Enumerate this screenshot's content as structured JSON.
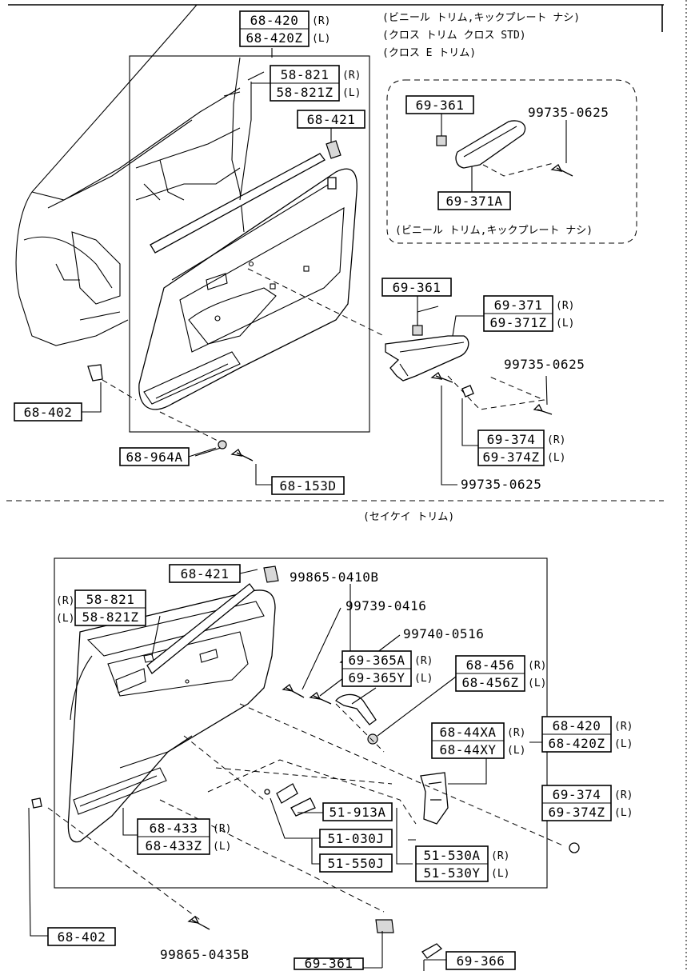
{
  "top_section": {
    "notes": [
      "(ビニール トリム,キックプレート ナシ)",
      "(クロス トリム クロス STD)",
      "(クロス E トリム)"
    ],
    "inset_note": "(ビニール トリム,キックプレート ナシ)",
    "parts": {
      "p68_420": "68-420",
      "p68_420z": "68-420Z",
      "p58_821": "58-821",
      "p58_821z": "58-821Z",
      "p68_421": "68-421",
      "p69_361_inset": "69-361",
      "p99735_inset": "99735-0625",
      "p69_371a": "69-371A",
      "p69_361": "69-361",
      "p69_371": "69-371",
      "p69_371z": "69-371Z",
      "p99735_a": "99735-0625",
      "p68_402": "68-402",
      "p69_374": "69-374",
      "p69_374z": "69-374Z",
      "p68_964a": "68-964A",
      "p68_153d": "68-153D",
      "p99735_b": "99735-0625"
    }
  },
  "section_label": "(セイケイ トリム)",
  "bottom_section": {
    "parts": {
      "p68_421": "68-421",
      "p58_821": "58-821",
      "p58_821z": "58-821Z",
      "p99865_0410b": "99865-0410B",
      "p99739_0416": "99739-0416",
      "p99740_0516": "99740-0516",
      "p69_365a": "69-365A",
      "p69_365y": "69-365Y",
      "p68_456": "68-456",
      "p68_456z": "68-456Z",
      "p68_44xa": "68-44XA",
      "p68_44xy": "68-44XY",
      "p68_420": "68-420",
      "p68_420z": "68-420Z",
      "p69_374": "69-374",
      "p69_374z": "69-374Z",
      "p51_913a": "51-913A",
      "p51_030j": "51-030J",
      "p51_550j": "51-550J",
      "p51_530a": "51-530A",
      "p51_530y": "51-530Y",
      "p68_433": "68-433",
      "p68_433z": "68-433Z",
      "p68_402": "68-402",
      "p99865_0435b": "99865-0435B",
      "p69_361": "69-361",
      "p69_366": "69-366"
    }
  },
  "side_labels": {
    "right": "(R)",
    "left": "(L)"
  }
}
